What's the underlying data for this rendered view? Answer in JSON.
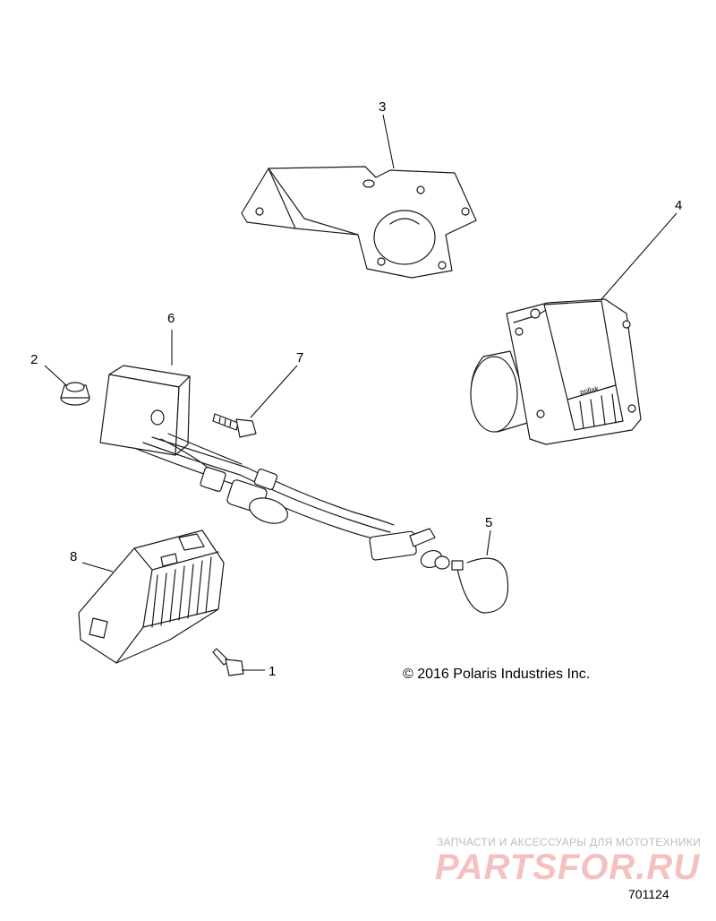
{
  "callouts": [
    {
      "id": "1",
      "label": "1"
    },
    {
      "id": "2",
      "label": "2"
    },
    {
      "id": "3",
      "label": "3"
    },
    {
      "id": "4",
      "label": "4"
    },
    {
      "id": "5",
      "label": "5"
    },
    {
      "id": "6",
      "label": "6"
    },
    {
      "id": "7",
      "label": "7"
    },
    {
      "id": "8",
      "label": "8"
    }
  ],
  "copyright": "© 2016 Polaris Industries Inc.",
  "connector_brand": "pollak",
  "watermark": {
    "tagline": "ЗАПЧАСТИ И АКСЕССУАРЫ ДЛЯ МОТОТЕХНИКИ",
    "logo": "PARTSFOR.RU"
  },
  "figure_number": "701124"
}
